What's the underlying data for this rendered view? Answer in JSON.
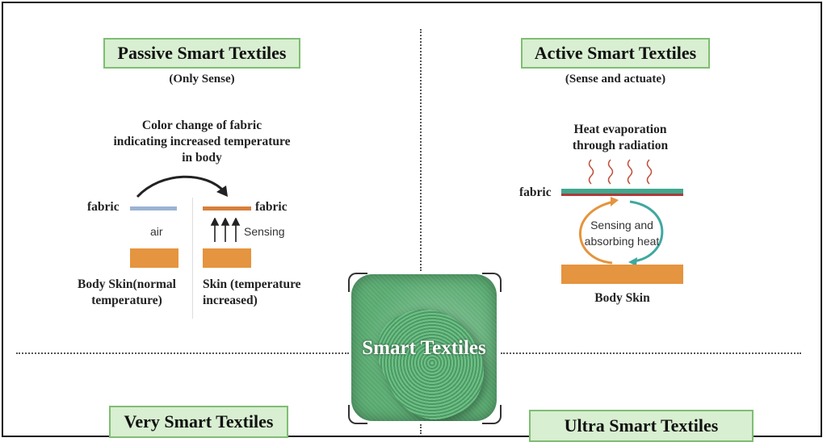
{
  "titles": {
    "passive": "Passive Smart Textiles",
    "passive_sub": "(Only Sense)",
    "active": "Active Smart Textiles",
    "active_sub": "(Sense and actuate)",
    "very": "Very Smart Textiles",
    "ultra": "Ultra Smart Textiles",
    "center": "Smart Textiles"
  },
  "passive": {
    "caption_line1": "Color change of fabric",
    "caption_line2": "indicating increased temperature",
    "caption_line3": "in body",
    "left_fabric": "fabric",
    "right_fabric": "fabric",
    "air": "air",
    "sensing": "Sensing",
    "left_skin_line1": "Body Skin(normal",
    "left_skin_line2": "temperature)",
    "right_skin_line1": "Skin (temperature",
    "right_skin_line2": "increased)"
  },
  "active": {
    "caption_line1": "Heat evaporation",
    "caption_line2": "through radiation",
    "fabric": "fabric",
    "cycle_line1": "Sensing and",
    "cycle_line2": "absorbing heat",
    "skin": "Body Skin"
  },
  "colors": {
    "title_bg": "#d8efd1",
    "title_border": "#7fbe73",
    "skin": "#e5943f",
    "fabric_normal": "#9bb3d4",
    "fabric_hot": "#d7803d",
    "fabric_active_top": "#3fa88e",
    "fabric_active_bottom": "#b0393a",
    "cycle_orange": "#e5943f",
    "cycle_teal": "#3fa8a0",
    "center_green": "#5fae76"
  }
}
